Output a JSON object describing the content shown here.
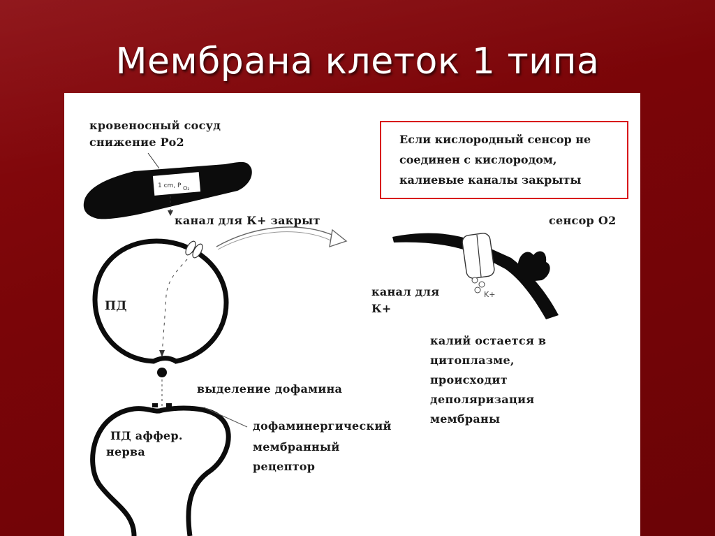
{
  "slide": {
    "title": "Мембрана клеток 1 типа",
    "colors": {
      "background": "#7a0508",
      "panel": "#ffffff",
      "note_border": "#d8171a",
      "ink": "#1a1a1a"
    }
  },
  "diagram": {
    "vessel_line1": "кровеносный сосуд",
    "vessel_line2": "снижение Po2",
    "vessel_inner": "1 cm, P",
    "vessel_inner_sub": "O₂",
    "channel_closed": "канал для К+ закрыт",
    "pd": "ПД",
    "dopamine_release": "выделение дофамина",
    "afferent_line1": "ПД аффер.",
    "afferent_line2": "нерва",
    "receptor_line1": "дофаминергический",
    "receptor_line2": "мембранный",
    "receptor_line3": "рецептор",
    "note_line1": "Если кислородный сенсор не",
    "note_line2": "соединен с кислородом,",
    "note_line3": "калиевые каналы закрыты",
    "sensor": "сенсор О2",
    "k_channel_line1": "канал для",
    "k_channel_line2": "К+",
    "k_plus_small": "K+",
    "result_line1": "калий остается в",
    "result_line2": "цитоплазме,",
    "result_line3": "происходит",
    "result_line4": "деполяризация",
    "result_line5": "мембраны"
  }
}
